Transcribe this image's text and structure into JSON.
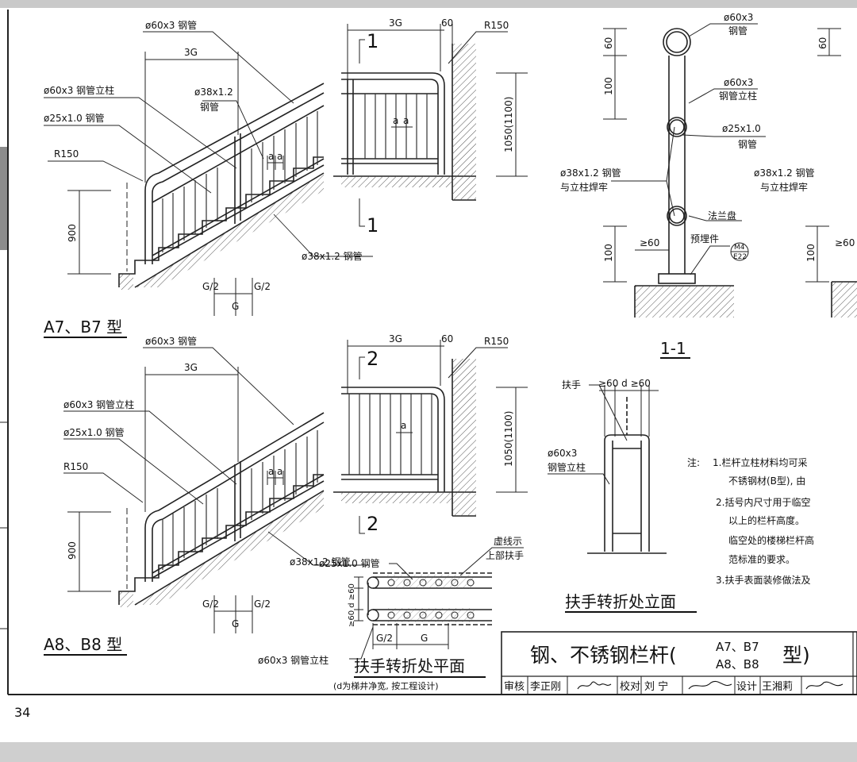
{
  "page": {
    "number": "34"
  },
  "title_block": {
    "title_main": "钢、不锈钢栏杆(",
    "title_t1": "A7、B7",
    "title_t2": "A8、B8",
    "title_suffix": "型)",
    "review_label": "审核",
    "review_name": "李正刚",
    "check_label": "校对",
    "check_name": "刘 宁",
    "design_label": "设计",
    "design_name": "王湘莉"
  },
  "a7": {
    "type_label": "A7、B7 型",
    "top_rail": "ø60x3 钢管",
    "post": "ø60x3 钢管立柱",
    "mid_rail": "ø25x1.0 钢管",
    "radius": "R150",
    "pipe38a": "ø38x1.2",
    "pipe38b": "钢管",
    "bottom_rail": "ø38x1.2 钢管",
    "dim_3g": "3G",
    "dim_900": "900",
    "dim_g2a": "G/2",
    "dim_g2b": "G/2",
    "dim_g": "G",
    "dim_a1": "a",
    "dim_a2": "a"
  },
  "a8": {
    "type_label": "A8、B8 型",
    "top_rail": "ø60x3 钢管",
    "post": "ø60x3 钢管立柱",
    "mid_rail": "ø25x1.0 钢管",
    "radius": "R150",
    "bottom_rail": "ø38x1.2 钢管",
    "dim_3g": "3G",
    "dim_900": "900",
    "dim_g2a": "G/2",
    "dim_g2b": "G/2",
    "dim_g": "G",
    "dim_a1": "a",
    "dim_a2": "a"
  },
  "elev1": {
    "mark": "1",
    "dim_3g": "3G",
    "dim_60": "60",
    "radius": "R150",
    "height": "1050(1100)",
    "dim_a1": "a",
    "dim_a2": "a"
  },
  "elev2": {
    "mark": "2",
    "dim_3g": "3G",
    "dim_60": "60",
    "radius": "R150",
    "height": "1050(1100)",
    "dim_a": "a"
  },
  "section": {
    "title": "1-1",
    "top_pipe": "ø60x3",
    "top_pipe2": "钢管",
    "post": "ø60x3",
    "post2": "钢管立柱",
    "mid_pipe": "ø25x1.0",
    "mid_pipe2": "钢管",
    "weld": "ø38x1.2 钢管",
    "weld2": "与立柱焊牢",
    "weld_r": "ø38x1.2 钢管",
    "weld_r2": "与立柱焊牢",
    "flange": "法兰盘",
    "embed": "预埋件",
    "bubble_top": "M4",
    "bubble_bot": "E22",
    "dim_60": "60",
    "dim_100a": "100",
    "dim_100b": "100",
    "dim_ge60": "≥60",
    "dim_60r": "60",
    "dim_100r": "100",
    "dim_ge60r": "≥60"
  },
  "turn_elev": {
    "title": "扶手转折处立面",
    "handrail": "扶手",
    "dims": "≥60  d  ≥60",
    "post": "ø60x3",
    "post2": "钢管立柱"
  },
  "turn_plan": {
    "title": "扶手转折处平面",
    "subtitle": "(d为梯井净宽, 按工程设计)",
    "mid_pipe": "ø25x1.0 钢管",
    "dashed1": "虚线示",
    "dashed2": "上部扶手",
    "post": "ø60x3 钢管立柱",
    "dim_g2": "G/2",
    "dim_g": "G",
    "dim_v": "≥60 d ≥60"
  },
  "notes": {
    "prefix": "注:",
    "l1": "1.栏杆立柱材料均可采",
    "l2": "不锈钢材(B型), 由",
    "l3": "2.括号内尺寸用于临空",
    "l4": "以上的栏杆高度。",
    "l5": "临空处的楼梯栏杆高",
    "l6": "范标准的要求。",
    "l7": "3.扶手表面装修做法及"
  }
}
